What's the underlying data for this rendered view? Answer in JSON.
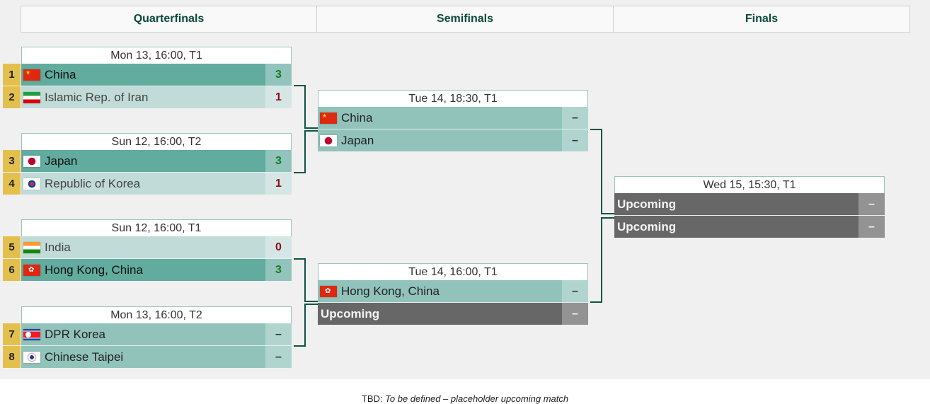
{
  "rounds": [
    "Quarterfinals",
    "Semifinals",
    "Finals"
  ],
  "quarterfinals": [
    {
      "time": "Mon 13, 16:00, T1",
      "teams": [
        {
          "seed": "1",
          "flag": "china-flag",
          "name": "China",
          "score": "3",
          "state": "win"
        },
        {
          "seed": "2",
          "flag": "iran-flag",
          "name": "Islamic Rep. of Iran",
          "score": "1",
          "state": "lose"
        }
      ]
    },
    {
      "time": "Sun 12, 16:00, T2",
      "teams": [
        {
          "seed": "3",
          "flag": "japan-flag",
          "name": "Japan",
          "score": "3",
          "state": "win"
        },
        {
          "seed": "4",
          "flag": "korea-flag",
          "name": "Republic of Korea",
          "score": "1",
          "state": "lose"
        }
      ]
    },
    {
      "time": "Sun 12, 16:00, T1",
      "teams": [
        {
          "seed": "5",
          "flag": "india-flag",
          "name": "India",
          "score": "0",
          "state": "lose"
        },
        {
          "seed": "6",
          "flag": "hong-kong-flag",
          "name": "Hong Kong, China",
          "score": "3",
          "state": "win"
        }
      ]
    },
    {
      "time": "Mon 13, 16:00, T2",
      "teams": [
        {
          "seed": "7",
          "flag": "dpr-korea-flag",
          "name": "DPR Korea",
          "score": "–",
          "state": "tbd"
        },
        {
          "seed": "8",
          "flag": "chinese-taipei-flag",
          "name": "Chinese Taipei",
          "score": "–",
          "state": "tbd"
        }
      ]
    }
  ],
  "semifinals": [
    {
      "time": "Tue 14, 18:30, T1",
      "teams": [
        {
          "flag": "china-flag",
          "name": "China",
          "score": "–",
          "state": "tbd"
        },
        {
          "flag": "japan-flag",
          "name": "Japan",
          "score": "–",
          "state": "tbd"
        }
      ]
    },
    {
      "time": "Tue 14, 16:00, T1",
      "teams": [
        {
          "flag": "hong-kong-flag",
          "name": "Hong Kong, China",
          "score": "–",
          "state": "tbd"
        },
        {
          "name": "Upcoming",
          "score": "–",
          "state": "up"
        }
      ]
    }
  ],
  "finals": [
    {
      "time": "Wed 15, 15:30, T1",
      "teams": [
        {
          "name": "Upcoming",
          "score": "–",
          "state": "up"
        },
        {
          "name": "Upcoming",
          "score": "–",
          "state": "up"
        }
      ]
    }
  ],
  "footer": {
    "abbr": "TBD:",
    "text": "To be defined – placeholder upcoming match"
  },
  "colors": {
    "accent": "#0d5445",
    "win": "#62ab9f",
    "lose": "#c1dcd8",
    "seed": "#e3c04e",
    "upcoming": "#676767"
  }
}
